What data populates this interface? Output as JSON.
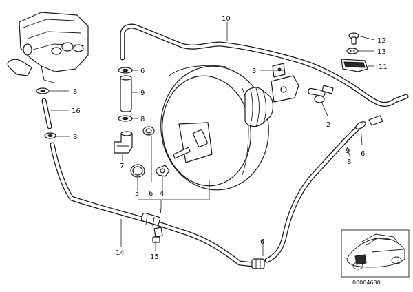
{
  "callouts": {
    "c1": "1",
    "c2": "2",
    "c3": "3",
    "c4": "4",
    "c5": "5",
    "c6a": "6",
    "c6b": "6",
    "c6c": "6",
    "c6d": "6",
    "c7": "7",
    "c8a": "8",
    "c8b": "8",
    "c8c": "8",
    "c8d": "8",
    "c9a": "9",
    "c9b": "9",
    "c10": "10",
    "c11": "11",
    "c12": "12",
    "c13": "13",
    "c14": "14",
    "c15": "15",
    "c16": "16"
  },
  "reference_code": "00004630"
}
